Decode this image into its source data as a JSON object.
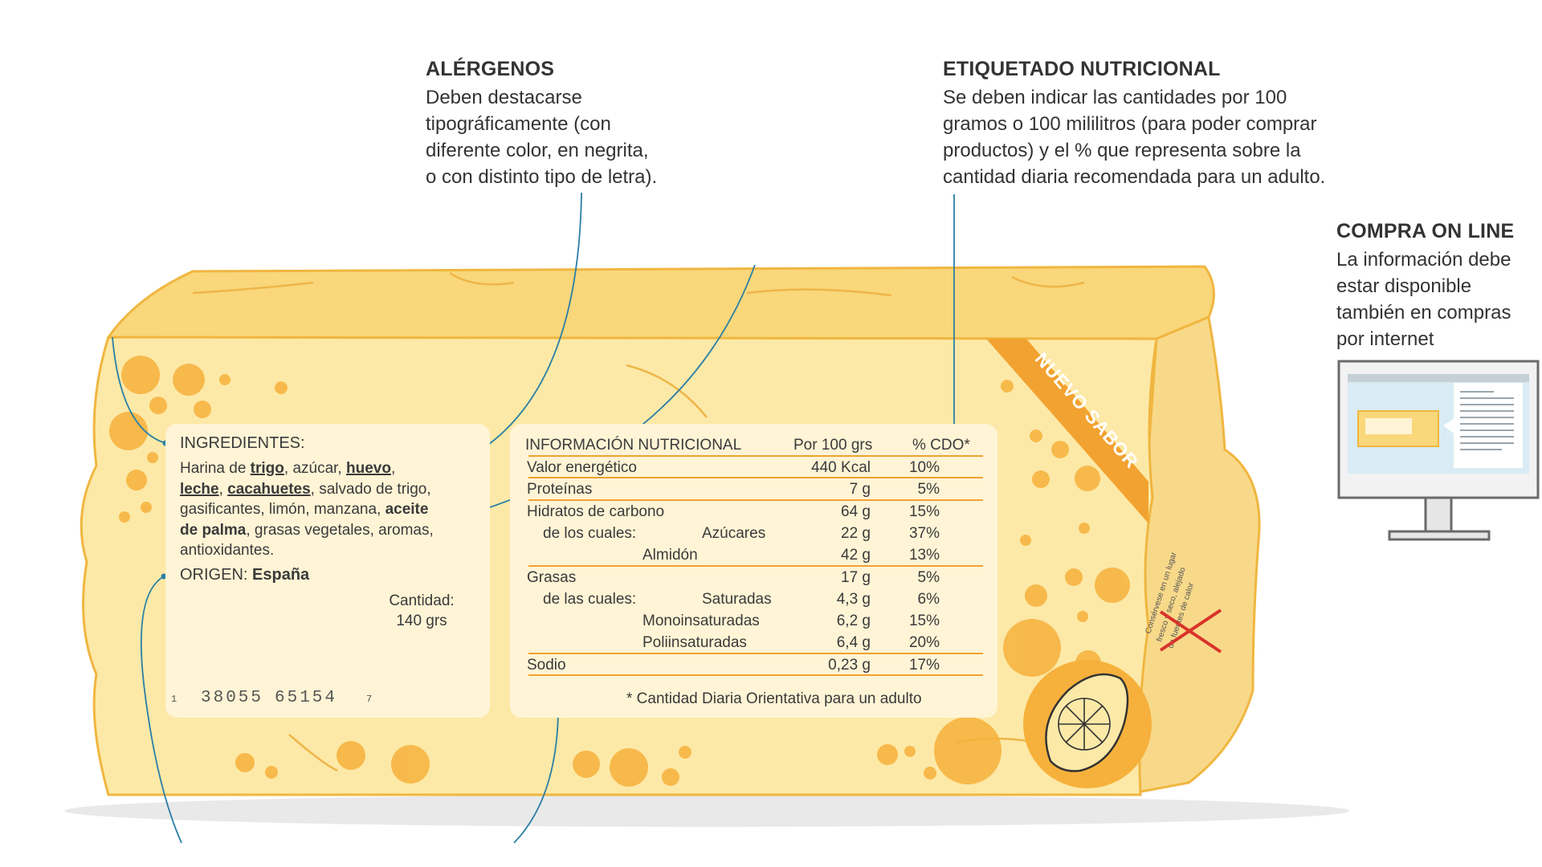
{
  "callouts": {
    "allergens": {
      "title": "ALÉRGENOS",
      "lines": [
        "Deben destacarse",
        "tipográficamente (con",
        "diferente color, en negrita,",
        "o con distinto tipo de letra)."
      ]
    },
    "nutrition": {
      "title": "ETIQUETADO NUTRICIONAL",
      "lines": [
        "Se deben indicar las cantidades por 100",
        "gramos o 100 mililitros (para poder comprar",
        "productos) y el % que representa sobre la",
        "cantidad diaria recomendada para un adulto."
      ]
    },
    "online": {
      "title": "COMPRA ON LINE",
      "lines": [
        "La información debe",
        "estar disponible",
        "también en compras",
        "por internet"
      ]
    }
  },
  "ingredients": {
    "label": "INGREDIENTES:",
    "origin_label": "ORIGEN:",
    "origin_value": "España",
    "quantity_label": "Cantidad:",
    "quantity_value": "140 grs"
  },
  "barcode": {
    "leading": "1",
    "group1": "38055",
    "group2": "65154",
    "trailing": "7"
  },
  "nutrition_table": {
    "headers": [
      "INFORMACIÓN NUTRICIONAL",
      "Por 100 grs",
      "% CDO*"
    ],
    "rows": [
      {
        "label": "Valor energético",
        "sub": "",
        "value": "440 Kcal",
        "pct": "10%"
      },
      {
        "label": "Proteínas",
        "sub": "",
        "value": "7 g",
        "pct": "5%"
      },
      {
        "label": "Hidratos de carbono",
        "sub": "",
        "value": "64 g",
        "pct": "15%"
      },
      {
        "label": "de los cuales:",
        "sub": "Azúcares",
        "value": "22 g",
        "pct": "37%"
      },
      {
        "label": "",
        "sub": "Almidón",
        "value": "42 g",
        "pct": "13%"
      },
      {
        "label": "Grasas",
        "sub": "",
        "value": "17 g",
        "pct": "5%"
      },
      {
        "label": "de las cuales:",
        "sub": "Saturadas",
        "value": "4,3 g",
        "pct": "6%"
      },
      {
        "label": "",
        "sub": "Monoinsaturadas",
        "value": "6,2 g",
        "pct": "15%"
      },
      {
        "label": "",
        "sub": "Poliinsaturadas",
        "value": "6,4 g",
        "pct": "20%"
      },
      {
        "label": "Sodio",
        "sub": "",
        "value": "0,23 g",
        "pct": "17%"
      }
    ],
    "footnote": "* Cantidad Diaria Orientativa para un adulto"
  },
  "badge": "NUEVO SABOR",
  "colors": {
    "box_face": "#fde9a7",
    "box_top": "#f9d77a",
    "accent": "#f2a230",
    "panel": "#fff4d6",
    "leader": "#2a7fa6",
    "strike": "#d9332a"
  }
}
